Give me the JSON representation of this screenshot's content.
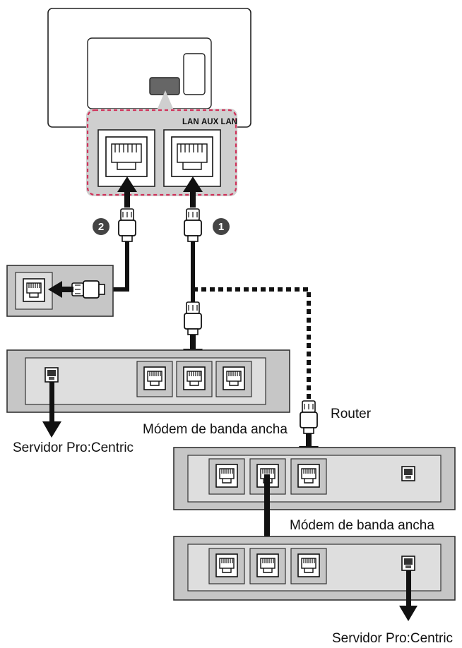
{
  "ports": {
    "lan_label": "LAN",
    "aux_lan_label": "AUX LAN"
  },
  "markers": {
    "one": "1",
    "two": "2"
  },
  "labels": {
    "router": "Router",
    "modem_1": "Módem de banda ancha",
    "modem_2": "Módem de banda ancha",
    "server_1": "Servidor Pro:Centric",
    "server_2": "Servidor Pro:Centric"
  },
  "colors": {
    "panel_fill": "#c6c6c6",
    "panel_inner": "#dedede",
    "highlight_fill": "#cfcfcf",
    "highlight_border": "#d0325a",
    "cable": "#111111",
    "tv_port_fill": "#666666"
  }
}
